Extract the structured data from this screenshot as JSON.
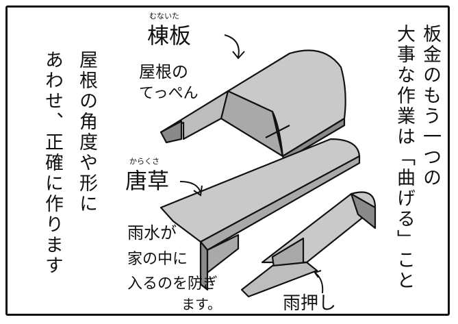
{
  "narration_right": {
    "col1": "板金のもう一つの",
    "col2": "大事な作業は「曲げる」こと"
  },
  "narration_left": {
    "col1": "屋根の角度や形に",
    "col2": "あわせ、正確に作ります"
  },
  "labels": {
    "munaita_ruby": "むないた",
    "munaita": "棟板",
    "yane_no_teppen_1": "屋根の",
    "yane_no_teppen_2": "てっぺん",
    "karakusa_ruby": "からくさ",
    "karakusa": "唐草",
    "usui_1": "雨水が",
    "usui_2": "家の中に",
    "usui_3": "入るのを防ぎ",
    "usui_4": "ます。",
    "amaoshi": "雨押し"
  },
  "colors": {
    "ink": "#111111",
    "gray_light": "#c9c9c9",
    "gray_mid": "#a9a9a9",
    "gray_dark": "#8a8a8a"
  }
}
